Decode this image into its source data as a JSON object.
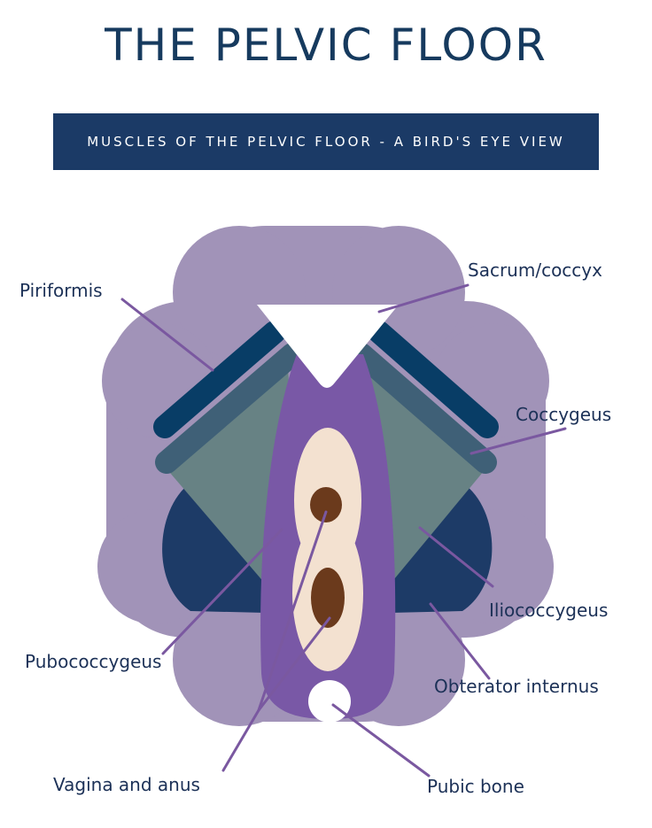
{
  "header": {
    "title": "THE PELVIC FLOOR",
    "subtitle": "MUSCLES OF THE PELVIC FLOOR - A BIRD'S EYE VIEW"
  },
  "labels": {
    "piriformis": "Piriformis",
    "sacrum_coccyx": "Sacrum/coccyx",
    "coccygeus": "Coccygeus",
    "iliococcygeus": "Iliococcygeus",
    "obterator_internus": "Obterator internus",
    "pubococcygeus": "Pubococcygeus",
    "vagina_anus": "Vagina and anus",
    "pubic_bone": "Pubic bone"
  },
  "colors": {
    "title": "#163a5e",
    "banner": "#1b3a66",
    "background_shape": "#a193b8",
    "piriformis": "#083d66",
    "coccygeus": "#3f6077",
    "iliococcygeus": "#678284",
    "obterator": "#1d3b67",
    "pubococcygeus": "#7958a6",
    "openings": "#f3e1d0",
    "opening_centers": "#6b3a1c",
    "leader_lines": "#7a58a0",
    "label_text": "#1c3157"
  }
}
